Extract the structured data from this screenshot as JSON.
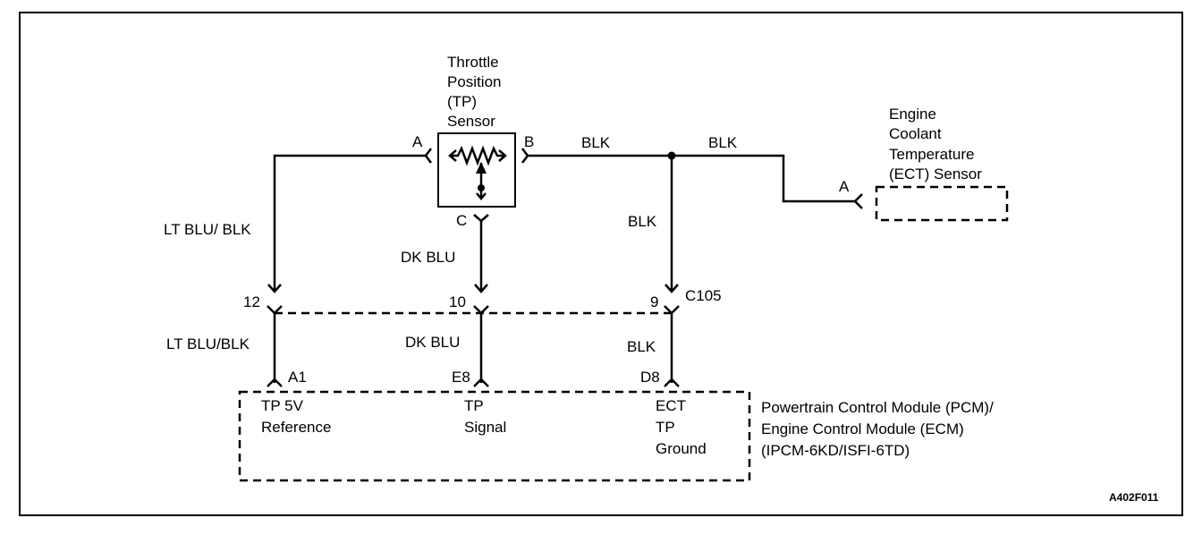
{
  "tp_sensor": {
    "title_lines": [
      "Throttle",
      "Position",
      "(TP)",
      "Sensor"
    ],
    "pin_a": "A",
    "pin_b": "B",
    "pin_c": "C"
  },
  "ect_sensor": {
    "title_lines": [
      "Engine",
      "Coolant",
      "Temperature",
      "(ECT) Sensor"
    ],
    "pin_a": "A"
  },
  "wires": {
    "blk_b_to_splice": "BLK",
    "blk_splice_to_ect": "BLK",
    "blk_splice_down": "BLK",
    "lt_blu_blk_upper": "LT BLU/ BLK",
    "dk_blu_upper": "DK BLU",
    "lt_blu_blk_lower": "LT BLU/BLK",
    "dk_blu_lower": "DK BLU",
    "blk_lower": "BLK"
  },
  "connector_c105": {
    "name": "C105",
    "pin_12": "12",
    "pin_10": "10",
    "pin_9": "9"
  },
  "pcm": {
    "title_lines": [
      "Powertrain Control Module (PCM)/",
      "Engine Control Module (ECM)",
      "(IPCM-6KD/ISFI-6TD)"
    ],
    "pin_a1": "A1",
    "pin_e8": "E8",
    "pin_d8": "D8",
    "tp5v_lines": [
      "TP 5V",
      "Reference"
    ],
    "tp_signal_lines": [
      "TP",
      "Signal"
    ],
    "ground_lines": [
      "ECT",
      "TP",
      "Ground"
    ]
  },
  "figure_code": "A402F011"
}
